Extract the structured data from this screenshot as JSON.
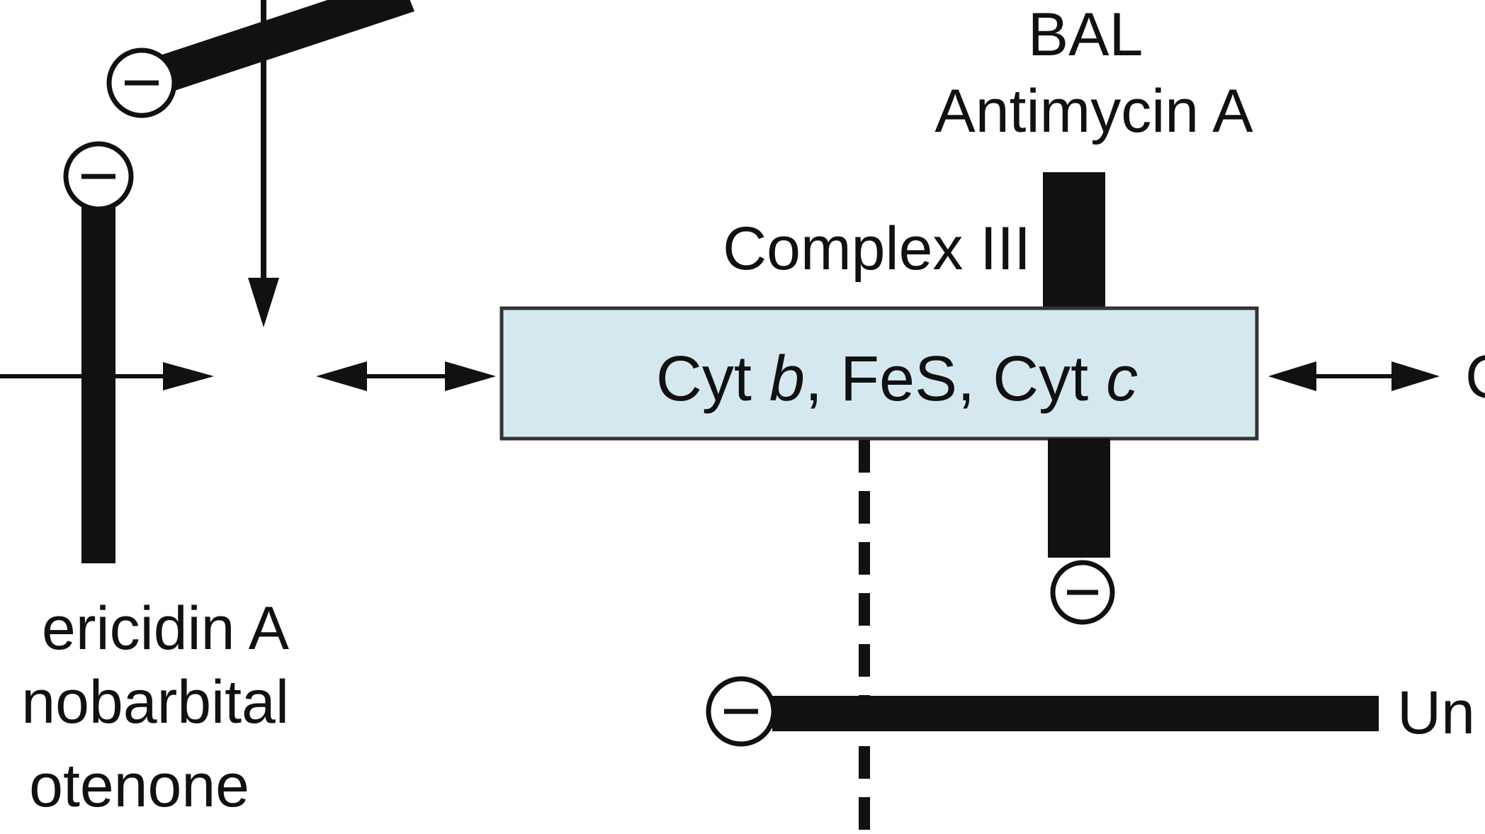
{
  "colors": {
    "ink": "#111111",
    "box_fill": "#d5e8f0",
    "box_stroke": "#333333",
    "background": "#ffffff"
  },
  "labels": {
    "bal": "BAL",
    "antimycin_a": "Antimycin A",
    "complex_iii": "Complex III",
    "box": {
      "cyt_prefix": "Cyt ",
      "b": "b",
      "comma1": ",",
      "fes": " FeS, ",
      "cyt_c_prefix": "Cyt ",
      "c": "c"
    },
    "left_inhibitors": {
      "line1": "ericidin A",
      "line2": "nobarbital",
      "line3": "otenone"
    },
    "right_cut": "C",
    "bottom_right_cut": "Un"
  },
  "icons": {
    "inhibition_symbol": "minus-circle-icon"
  }
}
